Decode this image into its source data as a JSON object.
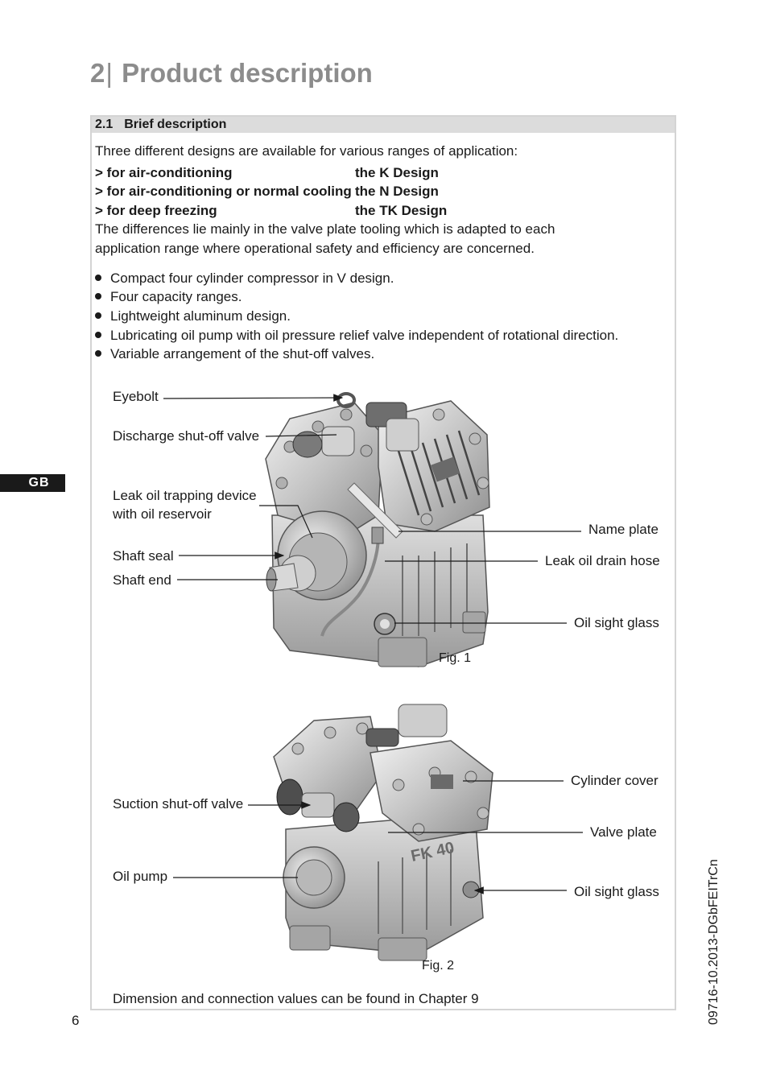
{
  "chapter": {
    "number": "2",
    "separator": "|",
    "title": "Product description"
  },
  "section": {
    "number": "2.1",
    "title": "Brief description"
  },
  "intro": "Three different designs are available for various ranges of application:",
  "designs": [
    {
      "application": "> for air-conditioning",
      "design": "the K Design"
    },
    {
      "application": "> for air-conditioning or normal cooling",
      "design": "the N Design"
    },
    {
      "application": "> for deep freezing",
      "design": "the TK Design"
    }
  ],
  "differences": [
    "The differences lie mainly in the valve plate tooling which is adapted to each",
    "application range where operational safety and efficiency are concerned."
  ],
  "features": [
    "Compact four cylinder compressor in V design.",
    "Four capacity ranges.",
    "Lightweight aluminum design.",
    "Lubricating oil pump with oil pressure relief valve independent of rotational direction.",
    "Variable arrangement of the shut-off valves."
  ],
  "figure1": {
    "caption": "Fig. 1",
    "labels": {
      "eyebolt": "Eyebolt",
      "discharge_valve": "Discharge shut-off  valve",
      "leak_oil_device_1": "Leak oil trapping device",
      "leak_oil_device_2": "with oil reservoir",
      "shaft_seal": "Shaft seal",
      "shaft_end": "Shaft end",
      "name_plate": "Name plate",
      "leak_oil_hose": "Leak oil drain hose",
      "oil_sight_glass": "Oil sight glass"
    }
  },
  "figure2": {
    "caption": "Fig. 2",
    "labels": {
      "suction_valve": "Suction shut-off valve",
      "oil_pump": "Oil pump",
      "cylinder_cover": "Cylinder cover",
      "valve_plate": "Valve plate",
      "oil_sight_glass": "Oil sight glass"
    },
    "model_marking": "FK 40"
  },
  "footer_note": "Dimension and connection values can be found in Chapter 9",
  "language_tab": "GB",
  "page_number": "6",
  "document_code": "09716-10.2013-DGbFEITrCn"
}
